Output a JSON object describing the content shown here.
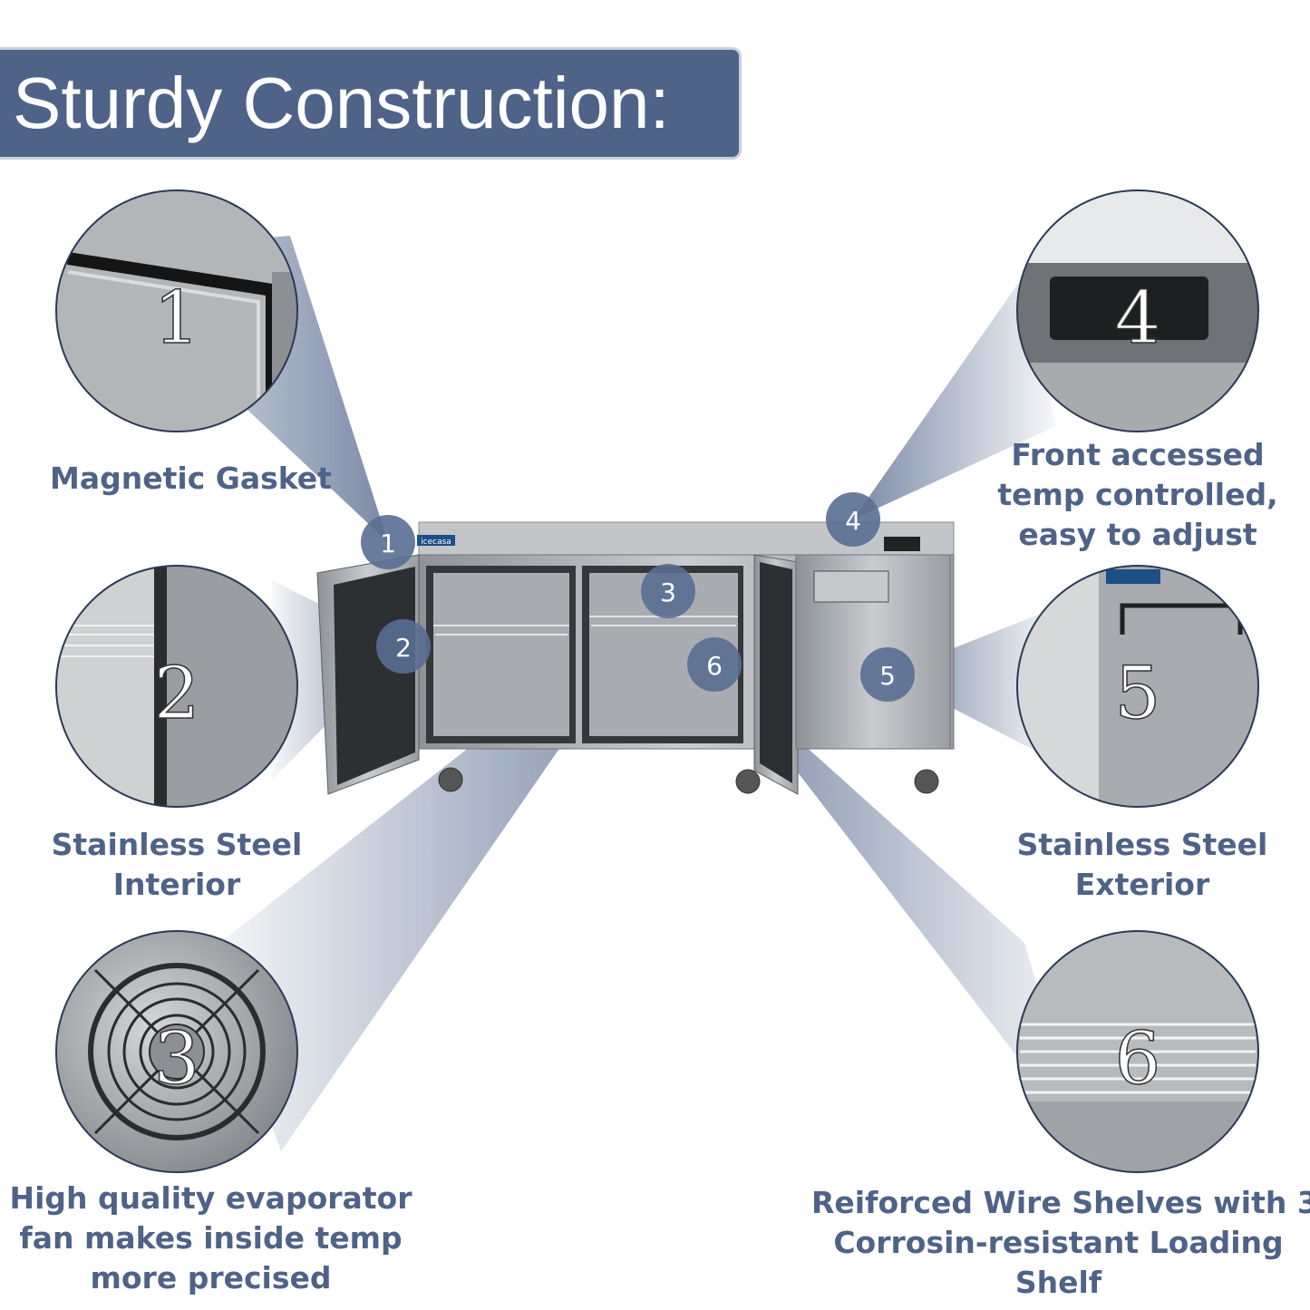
{
  "title": "Sturdy Construction:",
  "brand": "icecasa",
  "features": [
    {
      "number": "1",
      "label_lines": [
        "Magnetic Gasket"
      ]
    },
    {
      "number": "2",
      "label_lines": [
        "Stainless Steel",
        "Interior"
      ]
    },
    {
      "number": "3",
      "label_lines": [
        "High quality evaporator",
        "fan makes inside temp",
        "more precised"
      ]
    },
    {
      "number": "4",
      "label_lines": [
        "Front accessed",
        "temp controlled,",
        "easy to adjust"
      ]
    },
    {
      "number": "5",
      "label_lines": [
        "Stainless Steel",
        "Exterior"
      ]
    },
    {
      "number": "6",
      "label_lines": [
        "Reiforced Wire Shelves with 3",
        "Corrosin-resistant Loading",
        "Shelf"
      ]
    }
  ],
  "colors": {
    "accent": "#4f6389",
    "steel": "#b9bcbf",
    "marker": "#5a6e92"
  }
}
